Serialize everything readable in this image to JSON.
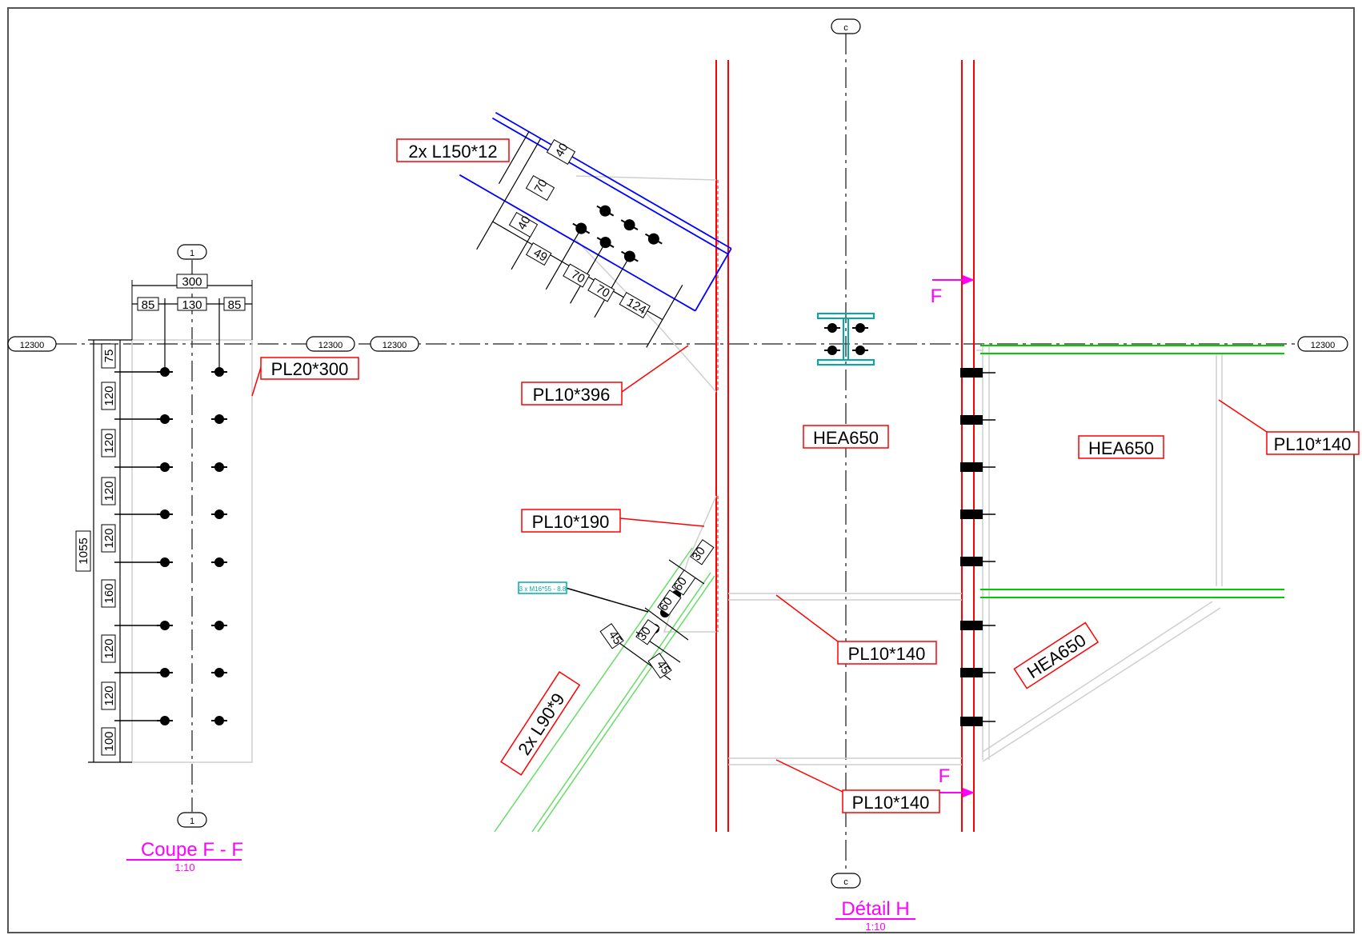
{
  "titles": {
    "left_view": "Coupe F - F",
    "left_scale": "1:10",
    "right_view": "Détail H",
    "right_scale": "1:10"
  },
  "axes": {
    "elevation": "12300",
    "grid_1": "1",
    "grid_c": "c"
  },
  "section_marks": {
    "f_top": "F",
    "f_bottom": "F"
  },
  "left_section": {
    "overall_width": "300",
    "spacing": [
      "85",
      "130",
      "85"
    ],
    "vertical_dims": [
      "75",
      "120",
      "120",
      "120",
      "120",
      "160",
      "120",
      "120",
      "100"
    ],
    "total_height": "1055",
    "plate_label": "PL20*300"
  },
  "detail": {
    "angle_top": "2x L150*12",
    "angle_top_dims": [
      "40",
      "70",
      "40",
      "49",
      "70",
      "70",
      "124"
    ],
    "plate_396": "PL10*396",
    "plate_190": "PL10*190",
    "bolts_note": "3 x M16*55 - 8.8",
    "angle_bottom": "2x L90*9",
    "angle_bottom_dims": [
      "30",
      "60",
      "60",
      "30",
      "45",
      "45"
    ],
    "hea_center": "HEA650",
    "hea_right": "HEA650",
    "hea_diag": "HEA650",
    "plate_140_right": "PL10*140",
    "plate_140_mid": "PL10*140",
    "plate_140_bottom": "PL10*140"
  },
  "colors": {
    "frame": "#555555",
    "column": "#ff0000",
    "beam": "#00cc00",
    "angle_top": "#0000ff",
    "angle_bottom": "#66dd66",
    "section": "#ff00ff",
    "section_outline": "#00aaaa",
    "label_box": "#ff0000"
  }
}
